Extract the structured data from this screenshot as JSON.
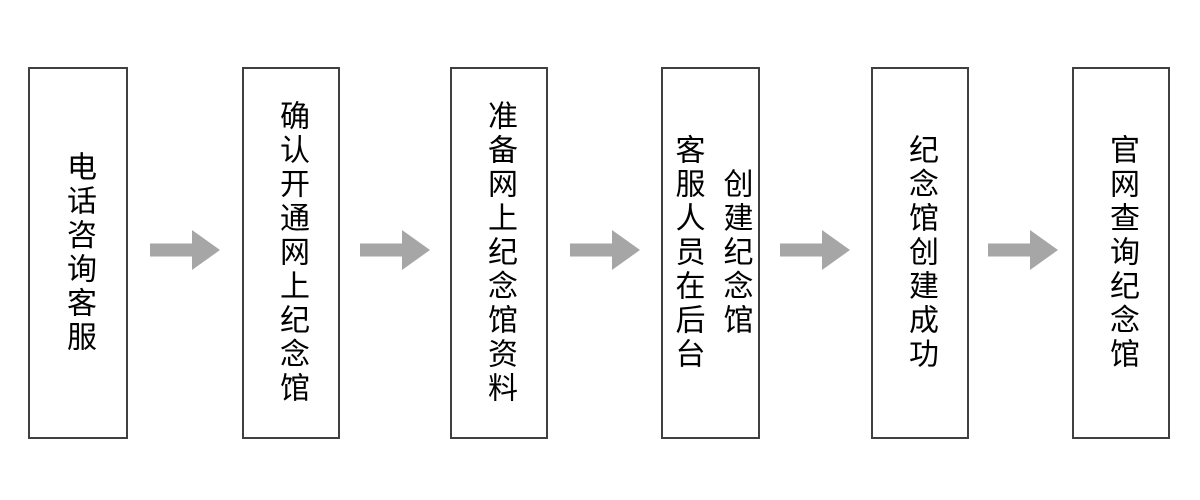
{
  "flowchart": {
    "steps": [
      {
        "label": "电话咨询客服"
      },
      {
        "label": "确认开通网上纪念馆"
      },
      {
        "label": "准备网上纪念馆资料"
      },
      {
        "label": "客服人员在后台\n创建纪念馆"
      },
      {
        "label": "纪念馆创建成功"
      },
      {
        "label": "官网查询纪念馆"
      }
    ],
    "colors": {
      "background": "#ffffff",
      "box_fill": "#ffffff",
      "box_border": "#404040",
      "text": "#000000",
      "arrow": "#a6a6a6"
    }
  }
}
